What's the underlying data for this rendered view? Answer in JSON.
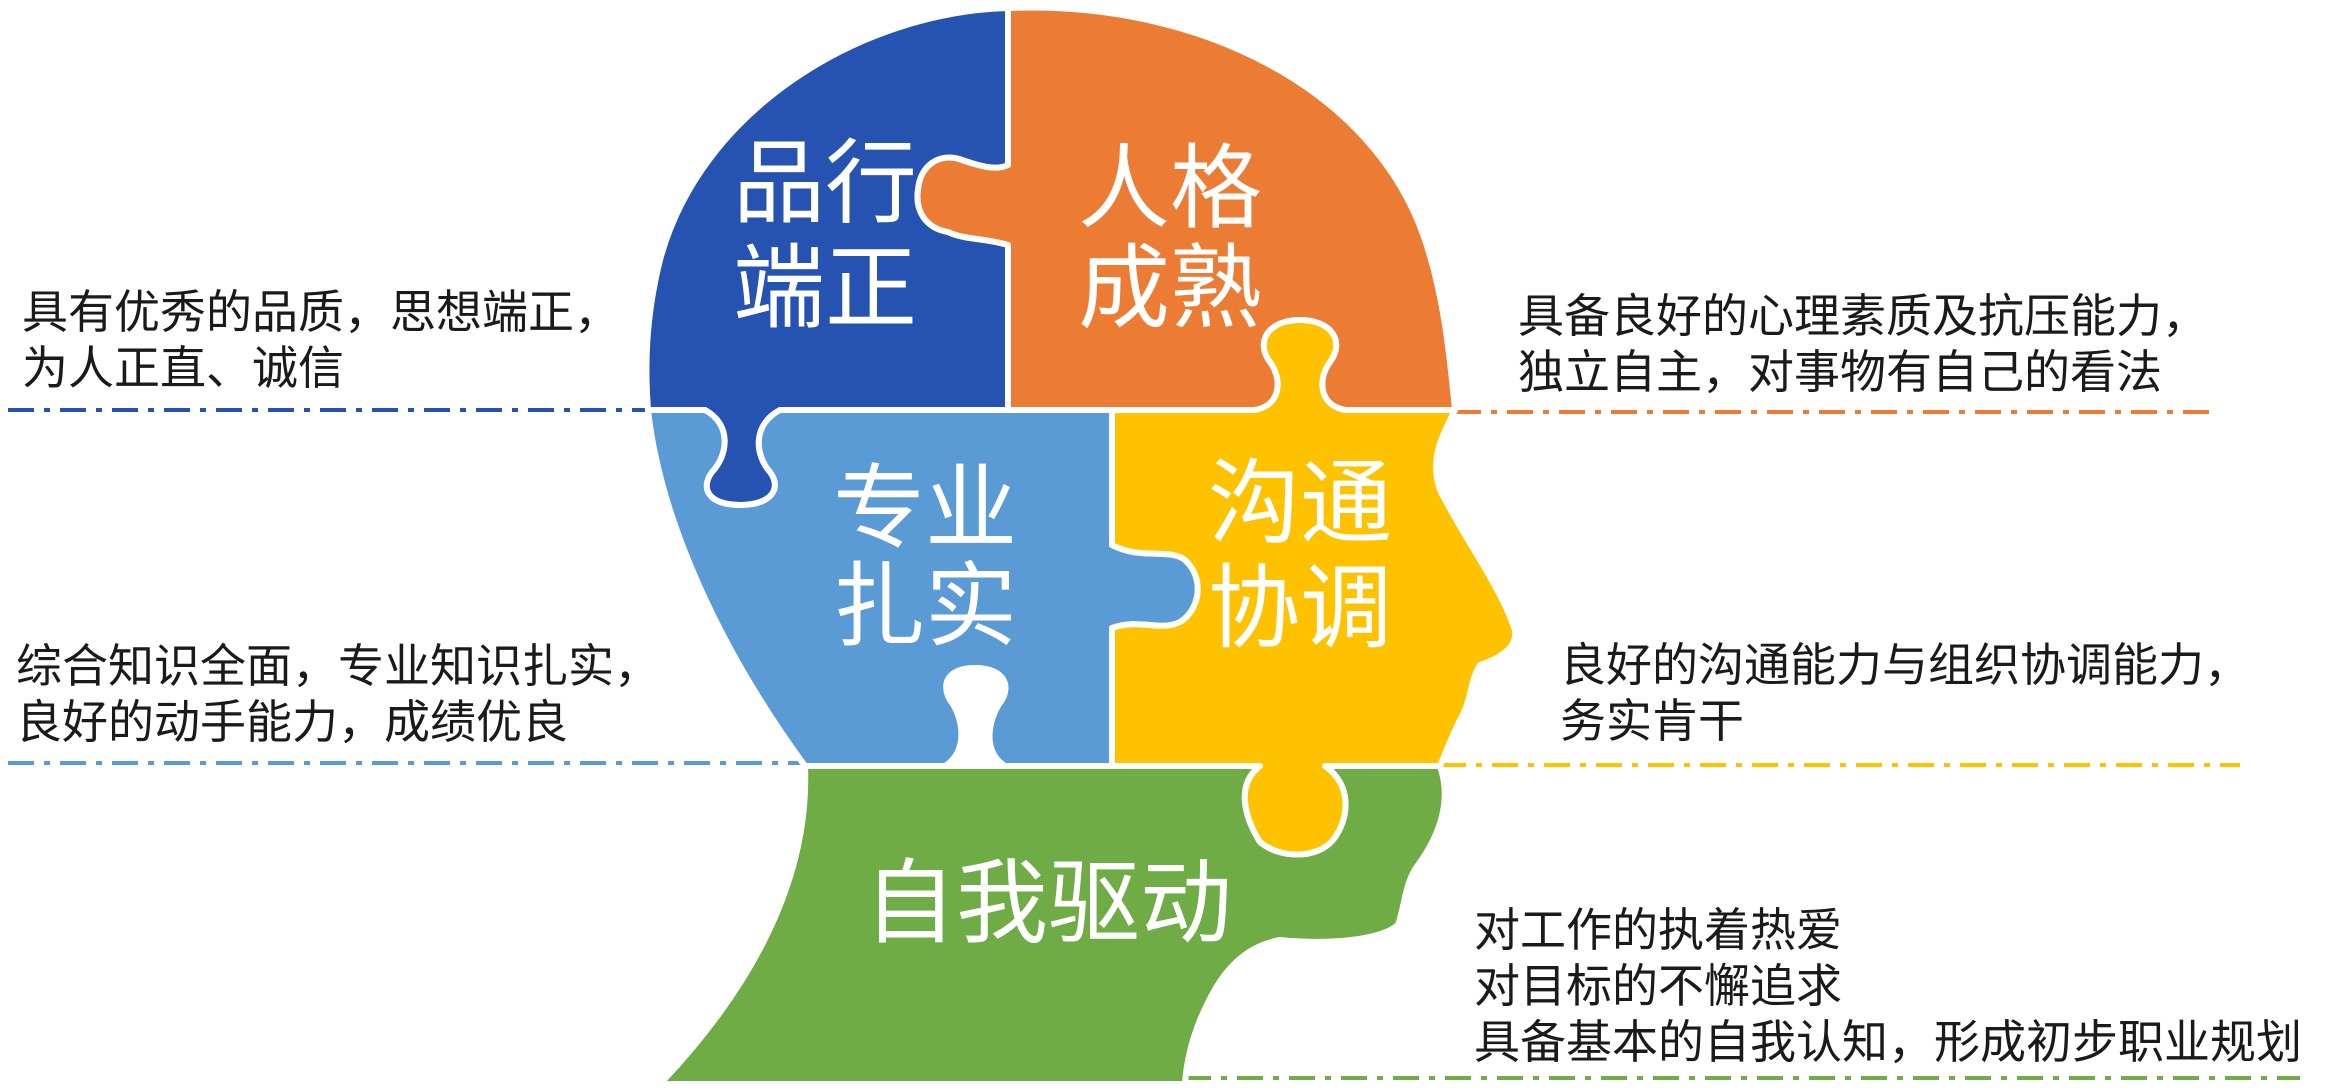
{
  "pieces": {
    "pinxing": {
      "line1": "品行",
      "line2": "端正",
      "color": "#2653B2"
    },
    "renge": {
      "line1": "人格",
      "line2": "成熟",
      "color": "#EC7C33"
    },
    "zhuanye": {
      "line1": "专业",
      "line2": "扎实",
      "color": "#5B9BD5"
    },
    "goutong": {
      "line1": "沟通",
      "line2": "协调",
      "color": "#FEC200"
    },
    "ziwo": {
      "label": "自我驱动",
      "color": "#6FAC46"
    }
  },
  "descriptions": {
    "pinxing": [
      "具有优秀的品质，思想端正，",
      "为人正直、诚信"
    ],
    "zhuanye": [
      "综合知识全面，专业知识扎实，",
      "良好的动手能力，成绩优良"
    ],
    "renge": [
      "具备良好的心理素质及抗压能力，",
      "独立自主，对事物有自己的看法"
    ],
    "goutong": [
      "良好的沟通能力与组织协调能力，",
      "务实肯干"
    ],
    "ziwo": [
      "对工作的执着热爱",
      "对目标的不懈追求",
      "具备基本的自我认知，形成初步职业规划"
    ]
  }
}
